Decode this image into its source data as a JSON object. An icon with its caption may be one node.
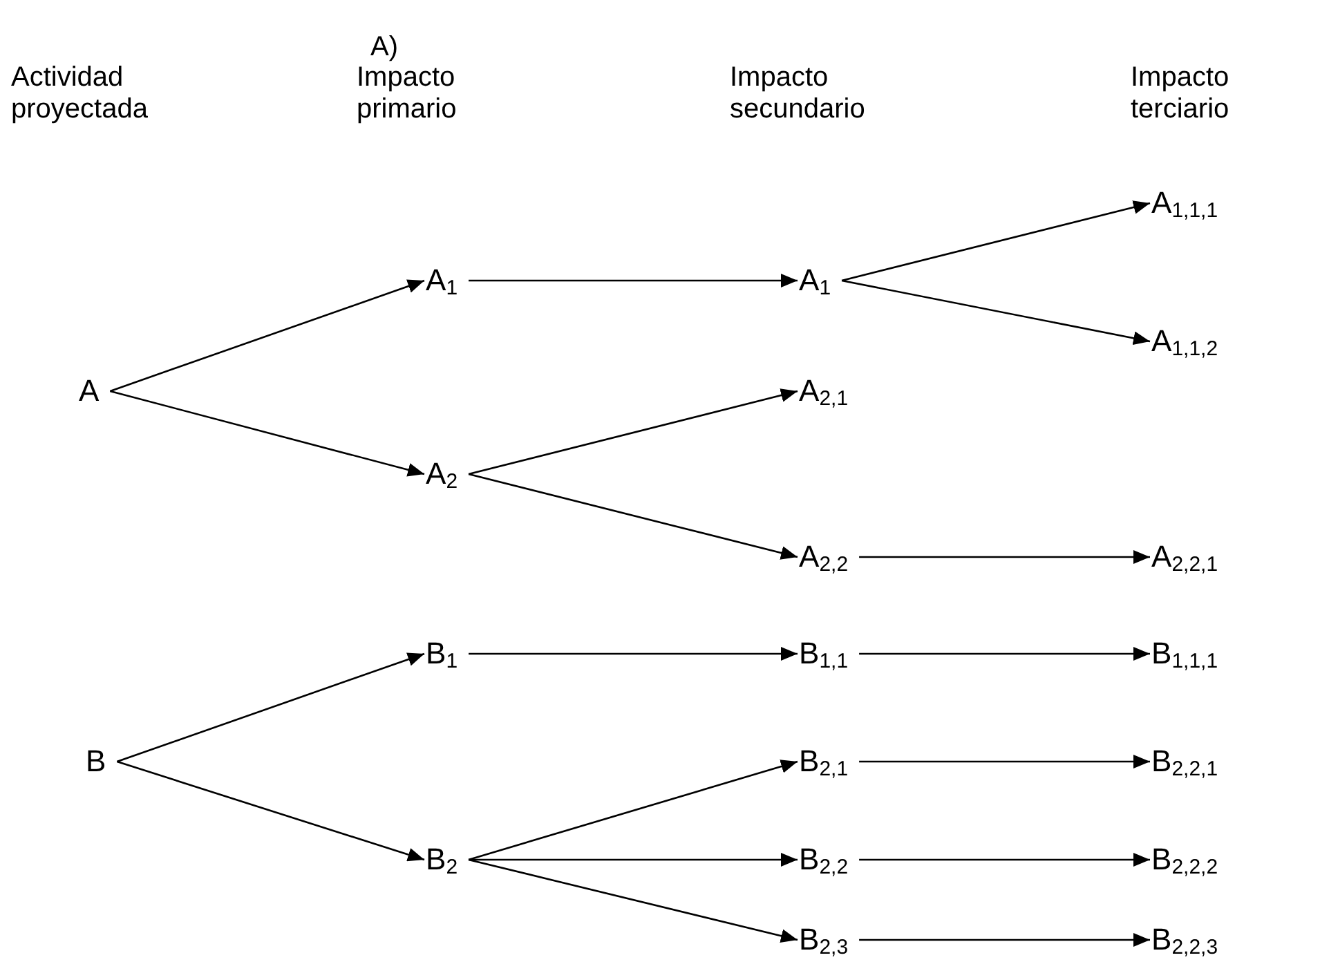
{
  "diagram": {
    "nodes": [
      {
        "text": [
          "A"
        ]
      },
      {
        "text": [
          "A$_{1}$"
        ]
      },
      {
        "text": [
          "A$_{2}$"
        ]
      },
      {
        "text": [
          "A$_{1}$"
        ]
      },
      {
        "text": [
          "A$_{2,1}$"
        ]
      },
      {
        "text": [
          "A$_{2,2}$"
        ]
      },
      {
        "text": [
          "A$_{1,1,1}$"
        ]
      },
      {
        "text": [
          "A$_{1,1,2}$"
        ]
      },
      {
        "text": [
          "A$_{2,2,1}$"
        ]
      },
      {
        "text": [
          "B"
        ]
      },
      {
        "text": [
          "B$_{1}$"
        ]
      },
      {
        "text": [
          "B$_{2}$"
        ]
      },
      {
        "text": [
          "B$_{1,1}$"
        ]
      },
      {
        "text": [
          "B$_{2,1}$"
        ]
      },
      {
        "text": [
          "B$_{2,2}$"
        ]
      },
      {
        "text": [
          "B$_{2,3}$"
        ]
      },
      {
        "text": [
          "B$_{1,1,1}$"
        ]
      },
      {
        "text": [
          "B$_{2,2,1}$"
        ]
      },
      {
        "text": [
          "B$_{2,2,2}$"
        ]
      },
      {
        "text": [
          "B$_{2,2,3}$"
        ]
      }
    ],
    "edges": [
      {
        "from": 0,
        "to": 1,
        "arrow": "to"
      },
      {
        "from": 0,
        "to": 2,
        "arrow": "to"
      },
      {
        "from": 1,
        "to": 3,
        "arrow": "to"
      },
      {
        "from": 3,
        "to": 6,
        "arrow": "to"
      },
      {
        "from": 3,
        "to": 7,
        "arrow": "to"
      },
      {
        "from": 2,
        "to": 4,
        "arrow": "to"
      },
      {
        "from": 2,
        "to": 5,
        "arrow": "to"
      },
      {
        "from": 5,
        "to": 8,
        "arrow": "to"
      },
      {
        "from": 9,
        "to": 10,
        "arrow": "to"
      },
      {
        "from": 9,
        "to": 11,
        "arrow": "to"
      },
      {
        "from": 10,
        "to": 12,
        "arrow": "to"
      },
      {
        "from": 11,
        "to": 13,
        "arrow": "to"
      },
      {
        "from": 11,
        "to": 14,
        "arrow": "to"
      },
      {
        "from": 11,
        "to": 15,
        "arrow": "to"
      },
      {
        "from": 12,
        "to": 16,
        "arrow": "to"
      },
      {
        "from": 13,
        "to": 17,
        "arrow": "to"
      },
      {
        "from": 14,
        "to": 18,
        "arrow": "to"
      },
      {
        "from": 15,
        "to": 19,
        "arrow": "to"
      }
    ],
    "labels": [
      "A)",
      "Actividad proyectada",
      "Impacto primario",
      "Impacto secundario",
      "Impacto terciario"
    ]
  }
}
